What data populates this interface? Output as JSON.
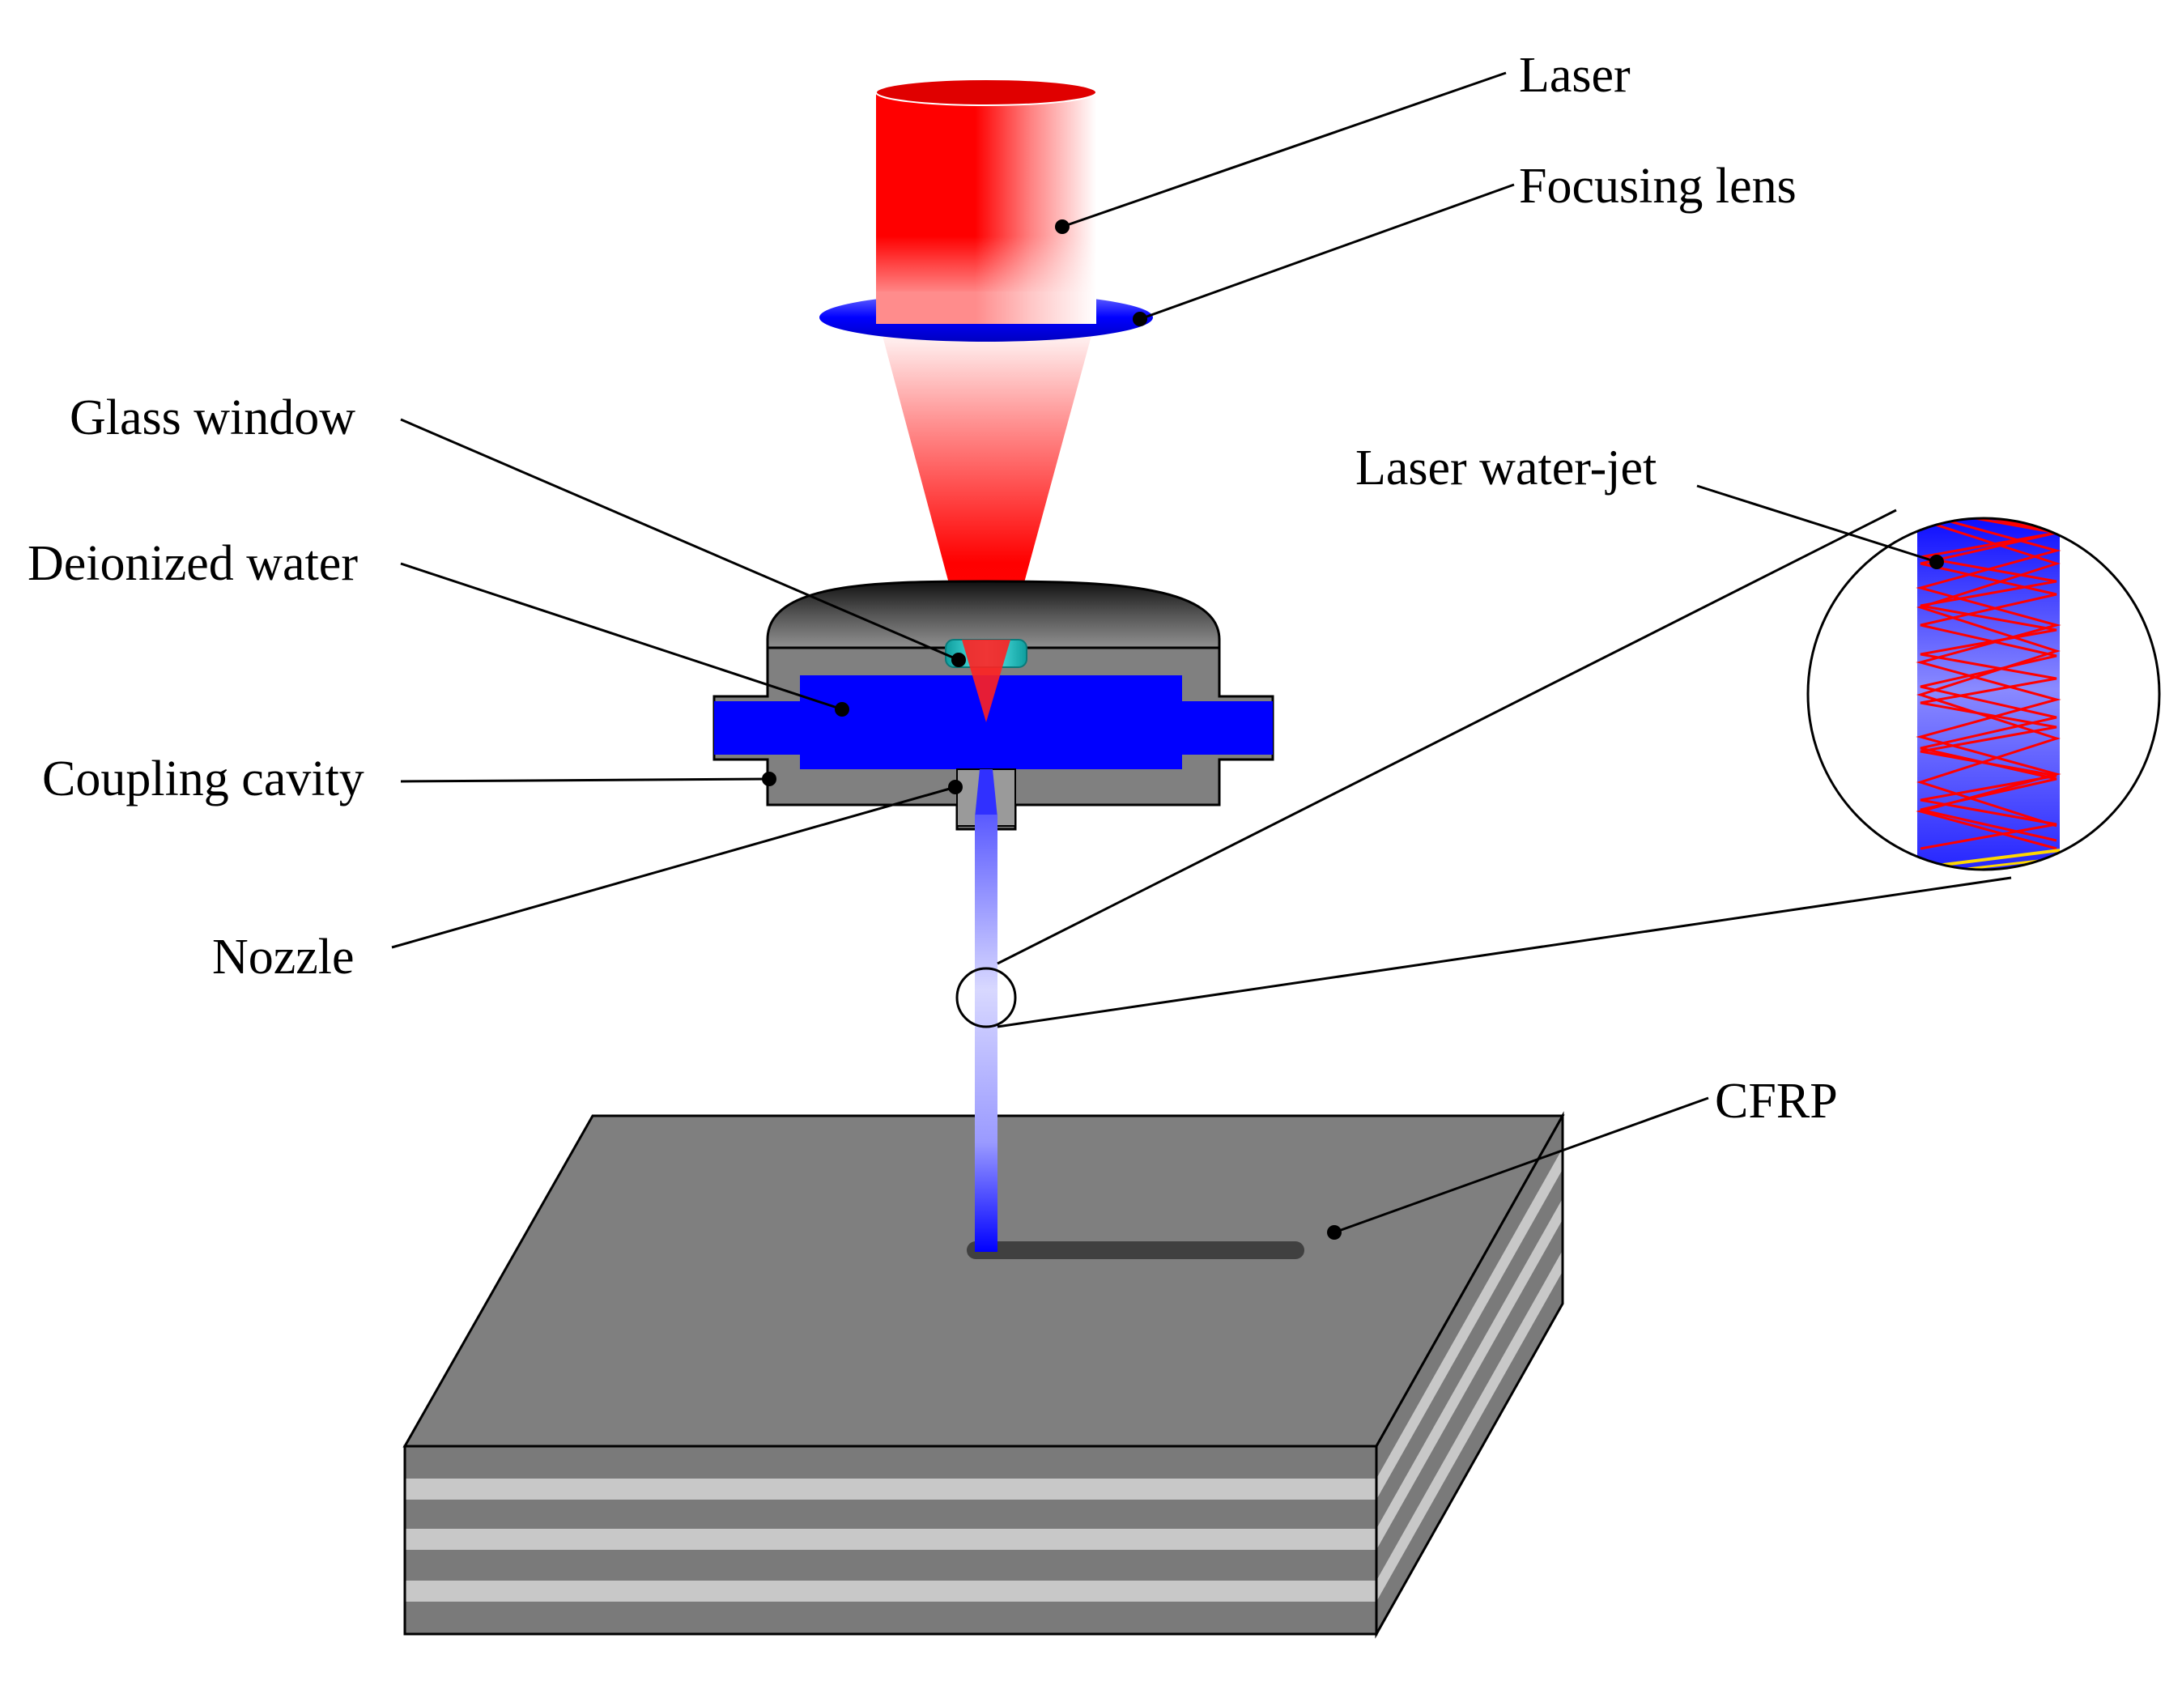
{
  "labels": {
    "laser": "Laser",
    "focusing_lens": "Focusing lens",
    "glass_window": "Glass window",
    "deionized_water": "Deionized water",
    "coupling_cavity": "Coupling cavity",
    "nozzle": "Nozzle",
    "laser_water_jet": "Laser water-jet",
    "cfrp": "CFRP"
  },
  "colors": {
    "laser_red": "#ff0000",
    "water_blue": "#0000ff",
    "cavity_gray": "#808080",
    "cavity_dark": "#1a1a1a",
    "window_cyan": "#19c8c8",
    "cfrp_top": "#7f7f7f",
    "cfrp_stripe_light": "#c8c8c8",
    "cfrp_stripe_dark": "#7a7a7a",
    "kerf": "#404040"
  }
}
